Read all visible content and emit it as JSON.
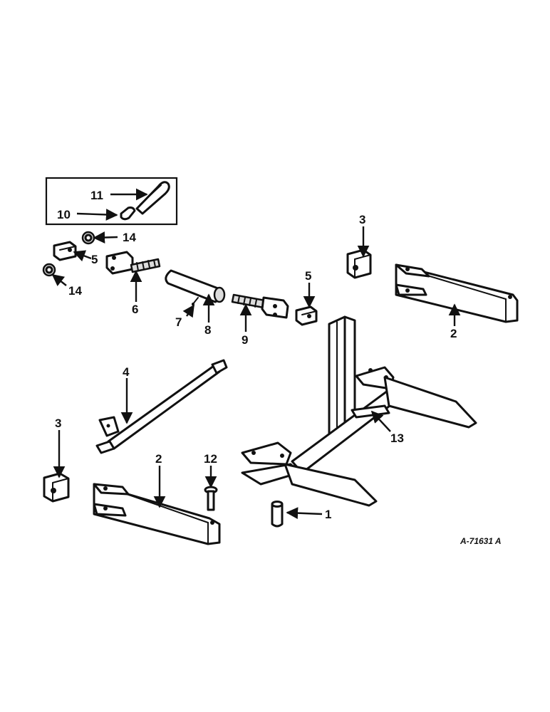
{
  "drawing_number": "A-71631 A",
  "callouts": {
    "c1": "1",
    "c2a": "2",
    "c2b": "2",
    "c3a": "3",
    "c3b": "3",
    "c4": "4",
    "c5a": "5",
    "c5b": "5",
    "c6": "6",
    "c7": "7",
    "c8": "8",
    "c9": "9",
    "c10": "10",
    "c11": "11",
    "c12": "12",
    "c13": "13",
    "c14a": "14",
    "c14b": "14"
  },
  "colors": {
    "ink": "#111111",
    "paper": "#ffffff"
  }
}
